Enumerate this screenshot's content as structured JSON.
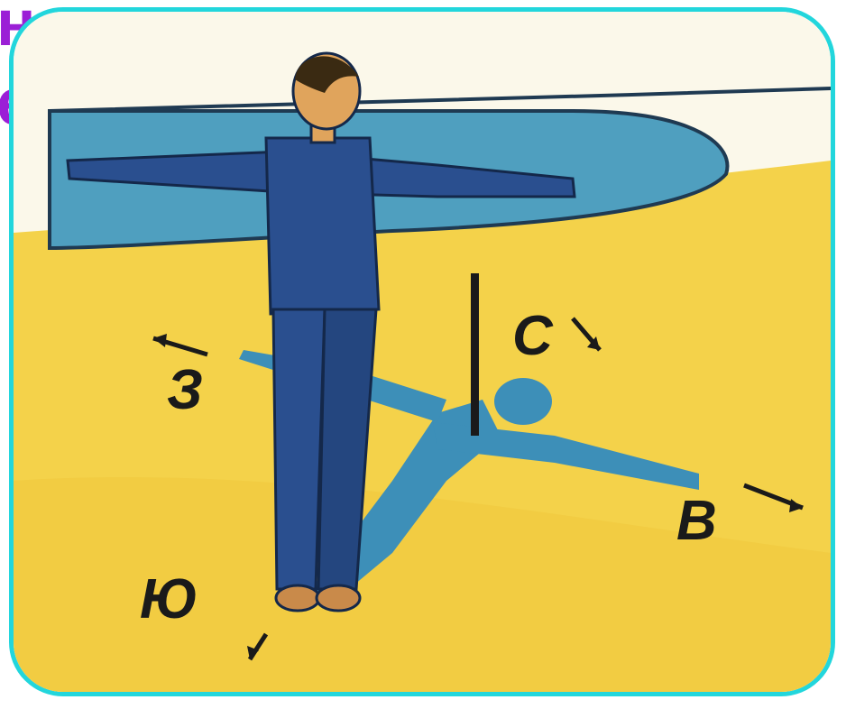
{
  "heading": {
    "line1": "ночь",
    "line2": "е"
  },
  "illustration": {
    "compass": {
      "north": "С",
      "east": "В",
      "south": "Ю",
      "west": "З"
    },
    "colors": {
      "frame_border": "#22d6dc",
      "ground": "#f4d24a",
      "water": "#4f9fbf",
      "shadow": "#3d8fb8",
      "clothing": "#2a4f8f",
      "heading_text": "#9b1fd6"
    }
  }
}
